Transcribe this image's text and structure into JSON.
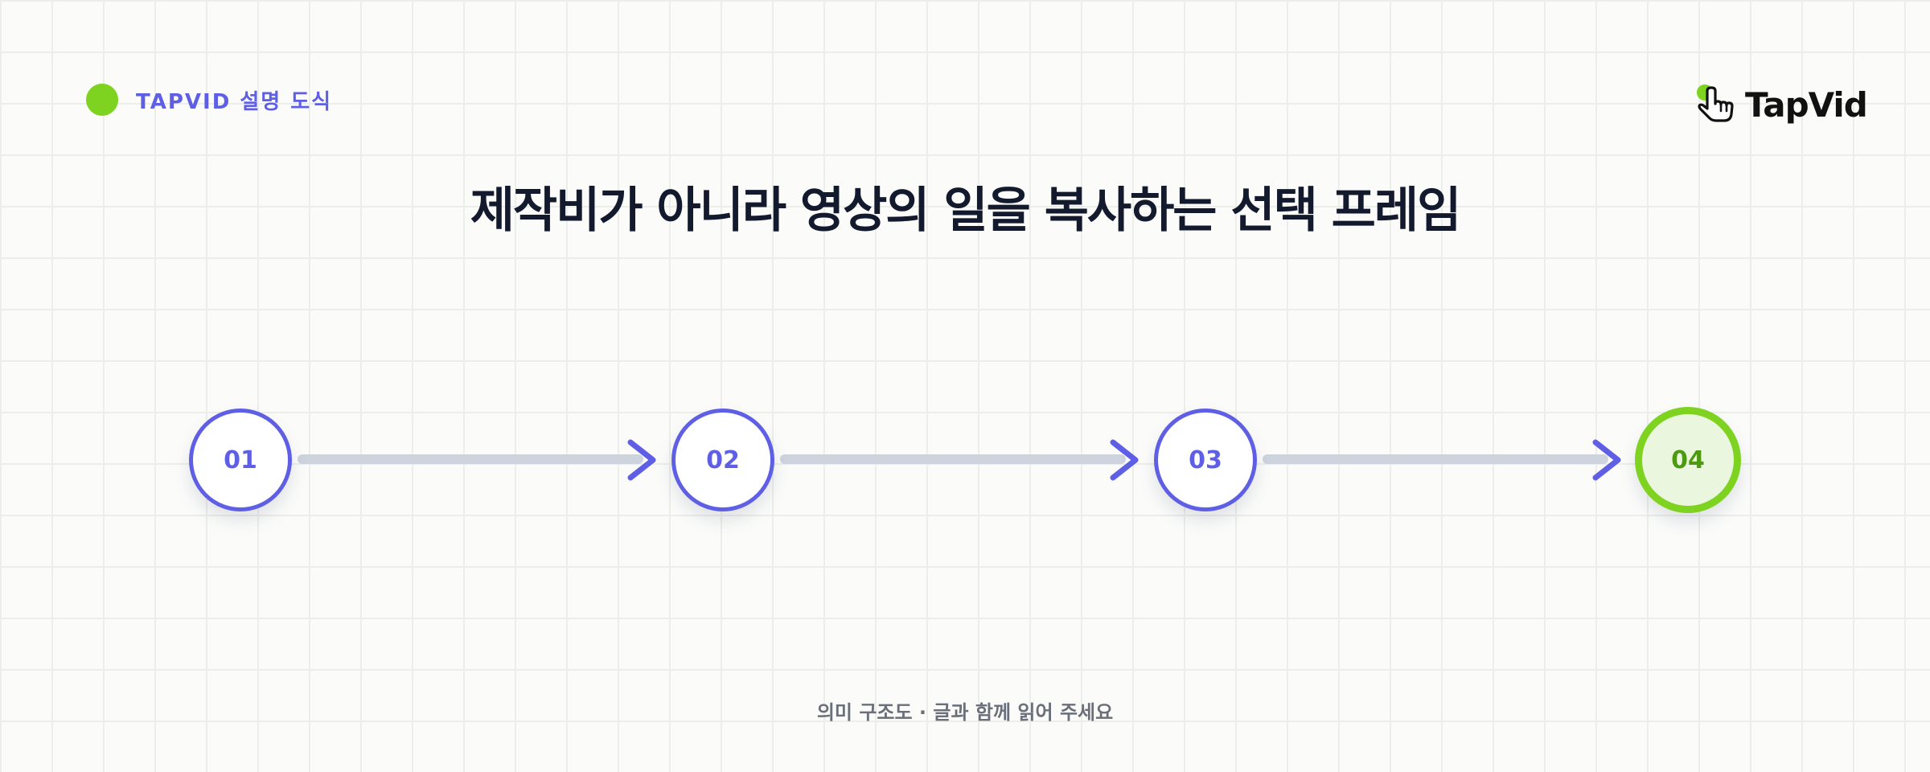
{
  "header": {
    "section_label": "TAPVID 설명 도식",
    "brand_name": "TapVid"
  },
  "title": "제작비가 아니라 영상의 일을 복사하는 선택 프레임",
  "steps": [
    {
      "label": "01",
      "active": false
    },
    {
      "label": "02",
      "active": false
    },
    {
      "label": "03",
      "active": false
    },
    {
      "label": "04",
      "active": true
    }
  ],
  "footer_note": "의미 구조도 · 글과 함께 읽어 주세요",
  "colors": {
    "accent_blue": "#5f5fe6",
    "accent_green": "#7ed321",
    "connector": "#cdd4de",
    "title": "#141a2e",
    "muted_text": "#6a6f7a"
  },
  "icons": {
    "label_marker": "green-dot-icon",
    "brand_logo": "tap-hand-icon",
    "connector_head": "arrow-right-icon"
  }
}
